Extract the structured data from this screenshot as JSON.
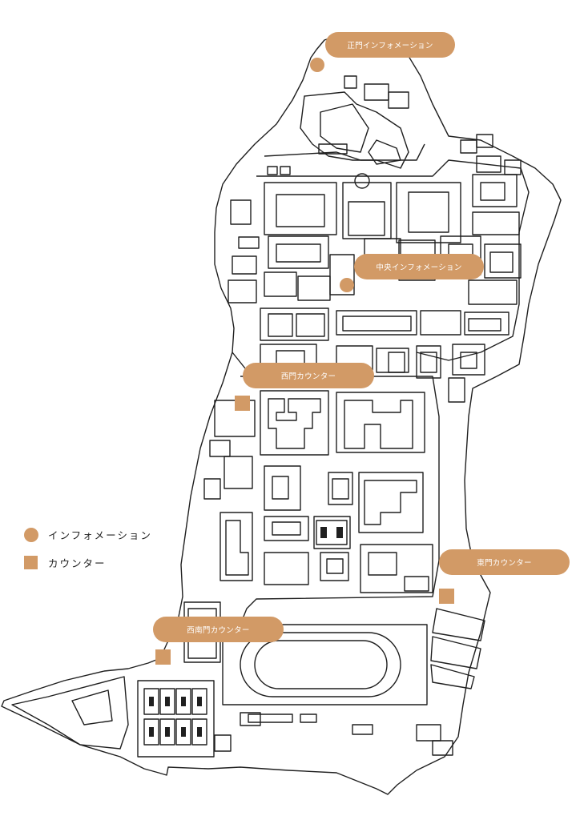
{
  "colors": {
    "accent": "#D29A66",
    "outline": "#1f1f1f",
    "background": "#ffffff"
  },
  "labels": {
    "main_gate_info": "正門インフォメーション",
    "central_info": "中央インフォメーション",
    "west_gate_counter": "西門カウンター",
    "east_gate_counter": "東門カウンター",
    "southwest_gate_counter": "西南門カウンター"
  },
  "legend": {
    "information": "インフォメーション",
    "counter": "カウンター"
  },
  "icons": {
    "information": "circle-marker",
    "counter": "square-marker"
  }
}
